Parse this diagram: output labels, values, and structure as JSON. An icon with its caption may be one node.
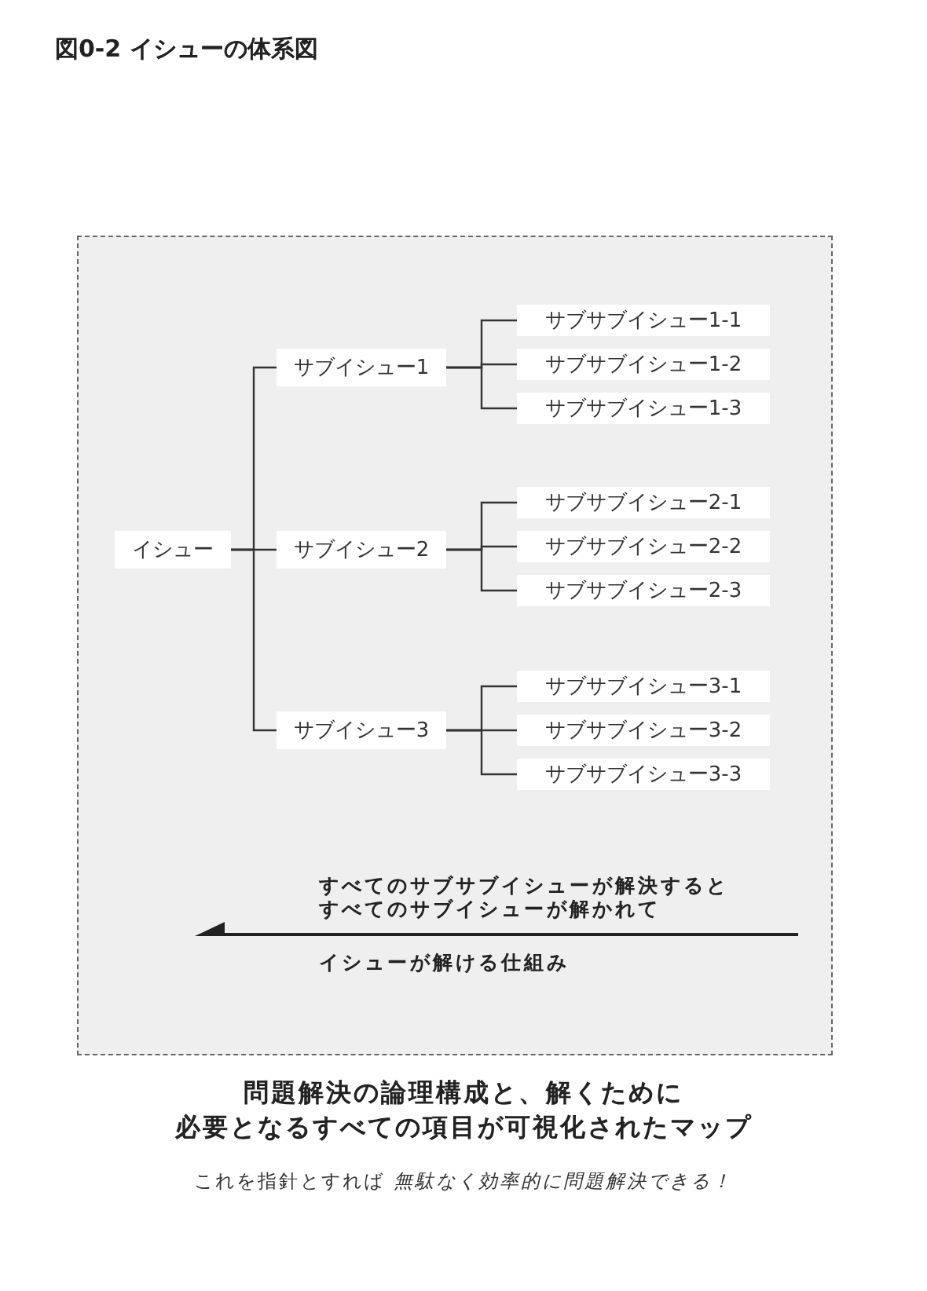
{
  "diagram": {
    "title": "図0-2 イシューの体系図",
    "nodes": [
      {
        "text": [],
        "shape": "box"
      },
      {
        "text": [
          "イシュー"
        ],
        "in": 0
      },
      {
        "text": [
          "サブイシュー1"
        ],
        "in": 0
      },
      {
        "text": [
          "サブイシュー2"
        ],
        "in": 0
      },
      {
        "text": [
          "サブイシュー3"
        ],
        "in": 0
      },
      {
        "text": [
          "サブサブイシュー1-1"
        ],
        "in": 0
      },
      {
        "text": [
          "サブサブイシュー1-2"
        ],
        "in": 0
      },
      {
        "text": [
          "サブサブイシュー1-3"
        ],
        "in": 0
      },
      {
        "text": [
          "サブサブイシュー2-1"
        ],
        "in": 0
      },
      {
        "text": [
          "サブサブイシュー2-2"
        ],
        "in": 0
      },
      {
        "text": [
          "サブサブイシュー2-3"
        ],
        "in": 0
      },
      {
        "text": [
          "サブサブイシュー3-1"
        ],
        "in": 0
      },
      {
        "text": [
          "サブサブイシュー3-2"
        ],
        "in": 0
      },
      {
        "text": [
          "サブサブイシュー3-3"
        ],
        "in": 0
      }
    ],
    "edges": [
      {
        "from": 1,
        "to": 2,
        "arrow": "none"
      },
      {
        "from": 1,
        "to": 3,
        "arrow": "none"
      },
      {
        "from": 1,
        "to": 4,
        "arrow": "none"
      },
      {
        "from": 2,
        "to": 5,
        "arrow": "none"
      },
      {
        "from": 2,
        "to": 6,
        "arrow": "none"
      },
      {
        "from": 2,
        "to": 7,
        "arrow": "none"
      },
      {
        "from": 3,
        "to": 8,
        "arrow": "none"
      },
      {
        "from": 3,
        "to": 9,
        "arrow": "none"
      },
      {
        "from": 3,
        "to": 10,
        "arrow": "none"
      },
      {
        "from": 4,
        "to": 11,
        "arrow": "none"
      },
      {
        "from": 4,
        "to": 12,
        "arrow": "none"
      },
      {
        "from": 4,
        "to": 13,
        "arrow": "none"
      }
    ],
    "labels": [
      "すべてのサブサブイシューが解決すると",
      "すべてのサブイシューが解かれて",
      "イシューが解ける仕組み",
      "問題解決の論理構成と、解くために",
      "必要となるすべての項目が可視化されたマップ",
      "これを指針とすれば *無駄なく効率的に問題解決できる！*"
    ]
  }
}
